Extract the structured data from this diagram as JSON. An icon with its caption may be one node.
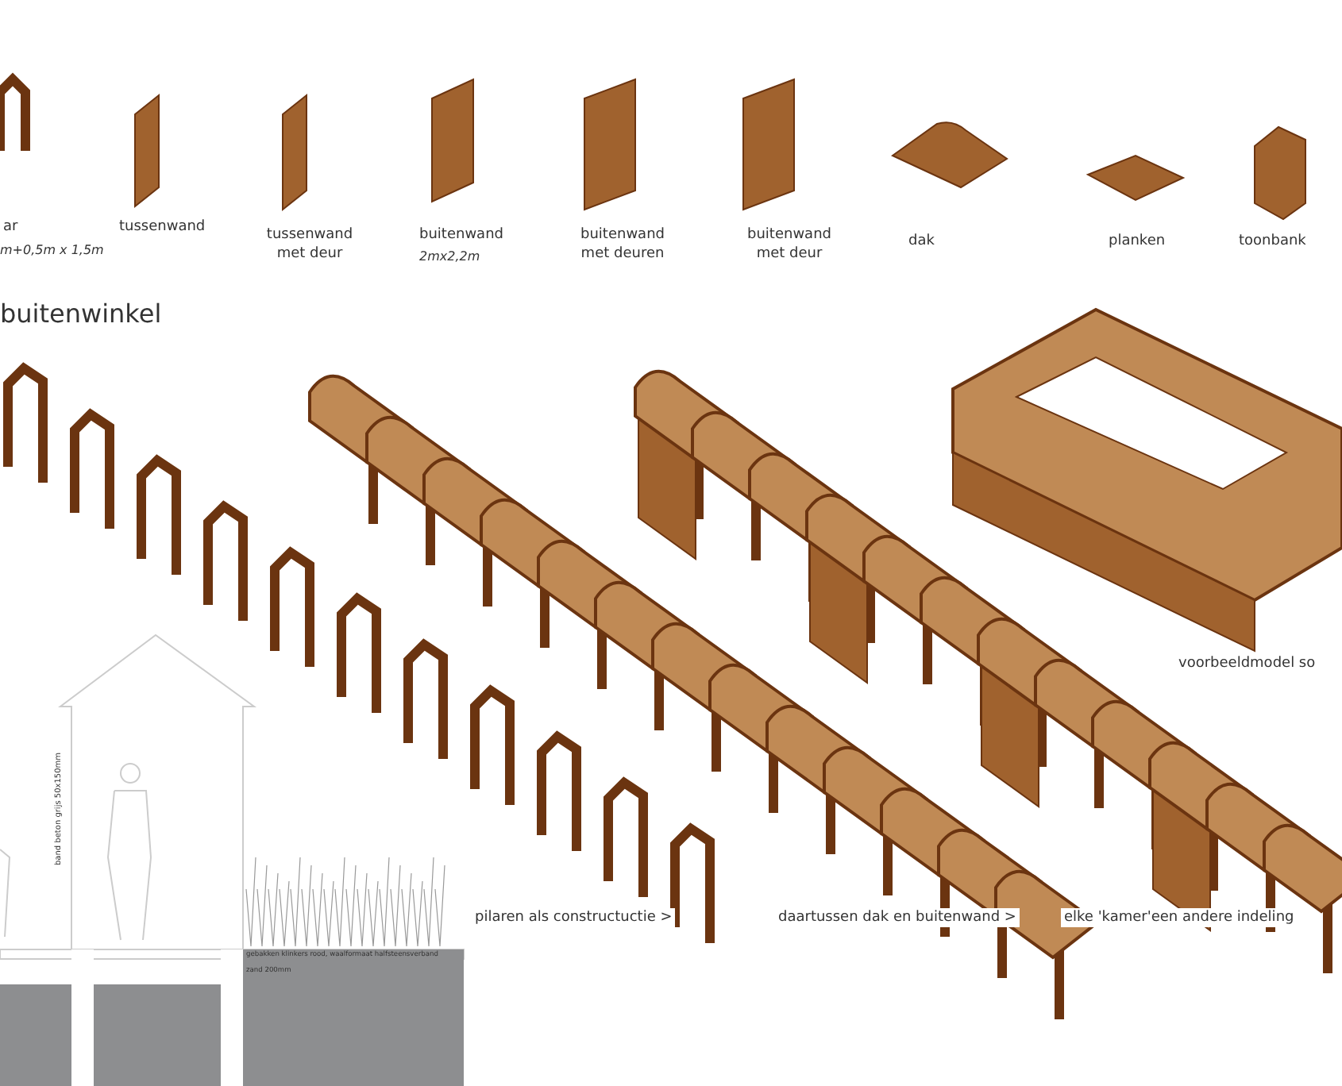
{
  "diagram": {
    "labels": [
      "ar",
      "m+0,5m x 1,5m",
      "tussenwand",
      "tussenwand met deur",
      "buitenwand",
      "2mx2,2m",
      "buitenwand met deuren",
      "buitenwand met deur",
      "dak",
      "planken",
      "toonbank",
      "buitenwinkel",
      "voorbeeldmodel so",
      "band beton grijs 50x150mm",
      "gebakken klinkers rood, waalformaat halfsteensverband",
      "zand 200mm",
      "pilaren als constructuctie >",
      "daartussen dak en buitenwand >",
      "elke 'kamer'een andere indeling"
    ]
  }
}
